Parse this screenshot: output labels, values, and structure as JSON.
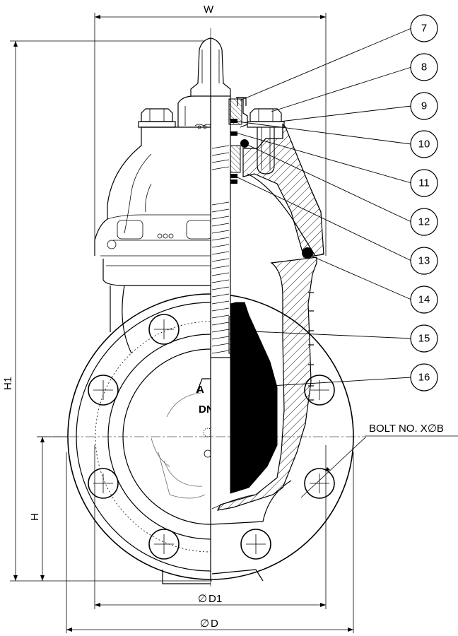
{
  "dimensions": {
    "width": "W",
    "total_height": "H1",
    "center_height": "H",
    "bolt_circle": "D1",
    "flange_diameter": "D",
    "bolt_note": "BOLT NO. X",
    "bolt_size": "B",
    "diameter_symbol": "∅"
  },
  "body_marks": {
    "logo_letter": "A",
    "dn": "DN"
  },
  "callouts": [
    "7",
    "8",
    "9",
    "10",
    "11",
    "12",
    "13",
    "14",
    "15",
    "16"
  ]
}
